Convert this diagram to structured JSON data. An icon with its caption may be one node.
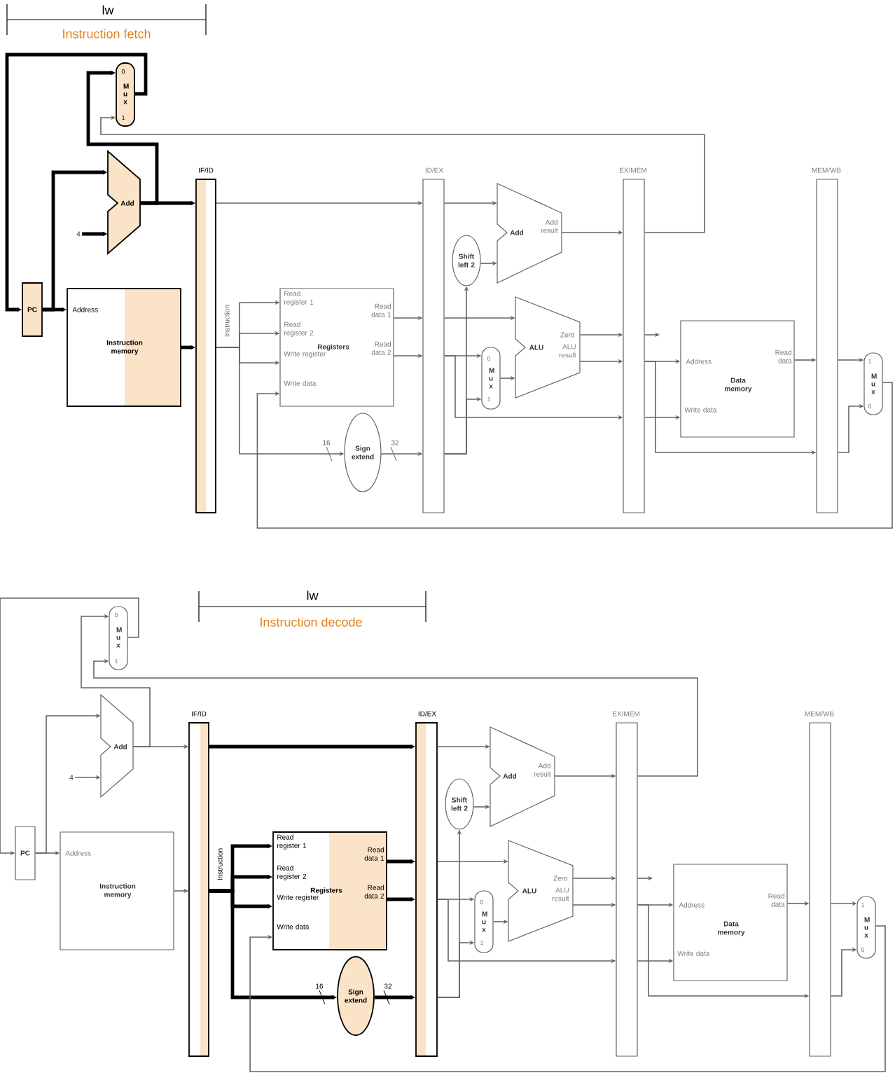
{
  "diagram": {
    "nodes": [
      {
        "text": [
          "PC"
        ]
      },
      {
        "text": [
          "0",
          "M u x",
          "1"
        ]
      },
      {
        "text": [
          "Add"
        ]
      },
      {
        "text": [
          "4"
        ]
      },
      {
        "text": [
          "Address",
          "Instruction memory"
        ]
      },
      {
        "text": [
          "IF/ID"
        ]
      },
      {
        "text": [
          "Read register 1",
          "Read register 2",
          "Write register",
          "Write data",
          "Registers",
          "Read data 1",
          "Read data 2"
        ]
      },
      {
        "text": [
          "Sign extend"
        ]
      },
      {
        "text": [
          "ID/EX"
        ]
      },
      {
        "text": [
          "Shift left 2"
        ]
      },
      {
        "text": [
          "Add",
          "Add result"
        ]
      },
      {
        "text": [
          "0",
          "M u x",
          "1"
        ]
      },
      {
        "text": [
          "ALU",
          "Zero",
          "ALU result"
        ]
      },
      {
        "text": [
          "EX/MEM"
        ]
      },
      {
        "text": [
          "Address",
          "Write data",
          "Data memory",
          "Read data"
        ]
      },
      {
        "text": [
          "MEM/WB"
        ]
      },
      {
        "text": [
          "1",
          "M u x",
          "0"
        ]
      },
      {
        "text": [
          "PC"
        ]
      },
      {
        "text": [
          "0",
          "M u x",
          "1"
        ]
      },
      {
        "text": [
          "Add"
        ]
      },
      {
        "text": [
          "4"
        ]
      },
      {
        "text": [
          "Address",
          "Instruction memory"
        ]
      },
      {
        "text": [
          "IF/ID"
        ]
      },
      {
        "text": [
          "Read register 1",
          "Read register 2",
          "Write register",
          "Write data",
          "Registers",
          "Read data 1",
          "Read data 2"
        ]
      },
      {
        "text": [
          "Sign extend"
        ]
      },
      {
        "text": [
          "ID/EX"
        ]
      },
      {
        "text": [
          "Shift left 2"
        ]
      },
      {
        "text": [
          "Add",
          "Add result"
        ]
      },
      {
        "text": [
          "0",
          "M u x",
          "1"
        ]
      },
      {
        "text": [
          "ALU",
          "Zero",
          "ALU result"
        ]
      },
      {
        "text": [
          "EX/MEM"
        ]
      },
      {
        "text": [
          "Address",
          "Write data",
          "Data memory",
          "Read data"
        ]
      },
      {
        "text": [
          "MEM/WB"
        ]
      },
      {
        "text": [
          "1",
          "M u x",
          "0"
        ]
      }
    ],
    "edges": [
      {
        "from": 1,
        "to": 0,
        "arrow": "to",
        "style": "thick",
        "color": "#000000"
      },
      {
        "from": 0,
        "to": 4,
        "arrow": "to",
        "style": "thick",
        "color": "#000000"
      },
      {
        "from": 0,
        "to": 2,
        "arrow": "to",
        "style": "thick",
        "color": "#000000"
      },
      {
        "from": 3,
        "to": 2,
        "arrow": "to",
        "style": "thick",
        "color": "#000000"
      },
      {
        "from": 2,
        "to": 5,
        "arrow": "to",
        "style": "thick",
        "color": "#000000"
      },
      {
        "from": 2,
        "to": 1,
        "arrow": "to",
        "style": "thick",
        "color": "#000000"
      },
      {
        "from": 4,
        "to": 5,
        "arrow": "to",
        "style": "thick",
        "color": "#000000"
      },
      {
        "from": 5,
        "to": 8,
        "arrow": "to"
      },
      {
        "from": 5,
        "to": 6,
        "arrow": "to",
        "label": "Instruction"
      },
      {
        "from": 5,
        "to": 6,
        "arrow": "to"
      },
      {
        "from": 5,
        "to": 6,
        "arrow": "to"
      },
      {
        "from": 5,
        "to": 7,
        "arrow": "to",
        "label": "16"
      },
      {
        "from": 6,
        "to": 8,
        "arrow": "to"
      },
      {
        "from": 6,
        "to": 8,
        "arrow": "to"
      },
      {
        "from": 7,
        "to": 8,
        "arrow": "to",
        "label": "32"
      },
      {
        "from": 8,
        "to": 10,
        "arrow": "to"
      },
      {
        "from": 8,
        "to": 9,
        "arrow": "to"
      },
      {
        "from": 8,
        "to": 11,
        "arrow": "to"
      },
      {
        "from": 9,
        "to": 10,
        "arrow": "to"
      },
      {
        "from": 8,
        "to": 12,
        "arrow": "to"
      },
      {
        "from": 8,
        "to": 11,
        "arrow": "to"
      },
      {
        "from": 11,
        "to": 12,
        "arrow": "to"
      },
      {
        "from": 8,
        "to": 13,
        "arrow": "to"
      },
      {
        "from": 10,
        "to": 13,
        "arrow": "to"
      },
      {
        "from": 12,
        "to": 13,
        "arrow": "to"
      },
      {
        "from": 12,
        "to": 13,
        "arrow": "to"
      },
      {
        "from": 13,
        "to": 1,
        "arrow": "to"
      },
      {
        "from": 13,
        "to": null,
        "arrow": "to"
      },
      {
        "from": 13,
        "to": 14,
        "arrow": "to"
      },
      {
        "from": 13,
        "to": 14,
        "arrow": "to"
      },
      {
        "from": 13,
        "to": 15,
        "arrow": "to"
      },
      {
        "from": 14,
        "to": 15,
        "arrow": "to"
      },
      {
        "from": 15,
        "to": 16,
        "arrow": "to"
      },
      {
        "from": 15,
        "to": 16,
        "arrow": "to"
      },
      {
        "from": 16,
        "to": 6,
        "arrow": "to"
      },
      {
        "from": 18,
        "to": 17,
        "arrow": "to"
      },
      {
        "from": 17,
        "to": 21,
        "arrow": "to"
      },
      {
        "from": 17,
        "to": 19,
        "arrow": "to"
      },
      {
        "from": 20,
        "to": 19,
        "arrow": "to"
      },
      {
        "from": 19,
        "to": 22,
        "arrow": "to"
      },
      {
        "from": 19,
        "to": 18,
        "arrow": "to"
      },
      {
        "from": 21,
        "to": 22,
        "arrow": "to"
      },
      {
        "from": 22,
        "to": 25,
        "arrow": "to",
        "style": "thick",
        "color": "#000000"
      },
      {
        "from": 22,
        "to": 23,
        "arrow": "to",
        "label": "Instruction",
        "style": "thick",
        "color": "#000000"
      },
      {
        "from": 22,
        "to": 23,
        "arrow": "to",
        "style": "thick",
        "color": "#000000"
      },
      {
        "from": 22,
        "to": 23,
        "arrow": "to",
        "style": "thick",
        "color": "#000000"
      },
      {
        "from": 22,
        "to": 24,
        "arrow": "to",
        "label": "16",
        "style": "thick",
        "color": "#000000"
      },
      {
        "from": 23,
        "to": 25,
        "arrow": "to",
        "style": "thick",
        "color": "#000000"
      },
      {
        "from": 23,
        "to": 25,
        "arrow": "to",
        "style": "thick",
        "color": "#000000"
      },
      {
        "from": 24,
        "to": 25,
        "arrow": "to",
        "label": "32",
        "style": "thick",
        "color": "#000000"
      },
      {
        "from": 25,
        "to": 27,
        "arrow": "to"
      },
      {
        "from": 25,
        "to": 26,
        "arrow": "to"
      },
      {
        "from": 25,
        "to": 28,
        "arrow": "to"
      },
      {
        "from": 26,
        "to": 27,
        "arrow": "to"
      },
      {
        "from": 25,
        "to": 29,
        "arrow": "to"
      },
      {
        "from": 25,
        "to": 28,
        "arrow": "to"
      },
      {
        "from": 28,
        "to": 29,
        "arrow": "to"
      },
      {
        "from": 25,
        "to": 30,
        "arrow": "to"
      },
      {
        "from": 27,
        "to": 30,
        "arrow": "to"
      },
      {
        "from": 29,
        "to": 30,
        "arrow": "to"
      },
      {
        "from": 29,
        "to": 30,
        "arrow": "to"
      },
      {
        "from": 30,
        "to": 18,
        "arrow": "to"
      },
      {
        "from": 30,
        "to": null,
        "arrow": "to"
      },
      {
        "from": 30,
        "to": 31,
        "arrow": "to"
      },
      {
        "from": 30,
        "to": 31,
        "arrow": "to"
      },
      {
        "from": 30,
        "to": 32,
        "arrow": "to"
      },
      {
        "from": 31,
        "to": 32,
        "arrow": "to"
      },
      {
        "from": 32,
        "to": 33,
        "arrow": "to"
      },
      {
        "from": 32,
        "to": 33,
        "arrow": "to"
      },
      {
        "from": 33,
        "to": 23,
        "arrow": "to"
      }
    ],
    "labels": [
      "lw",
      "Instruction fetch",
      "lw",
      "Instruction decode"
    ]
  }
}
